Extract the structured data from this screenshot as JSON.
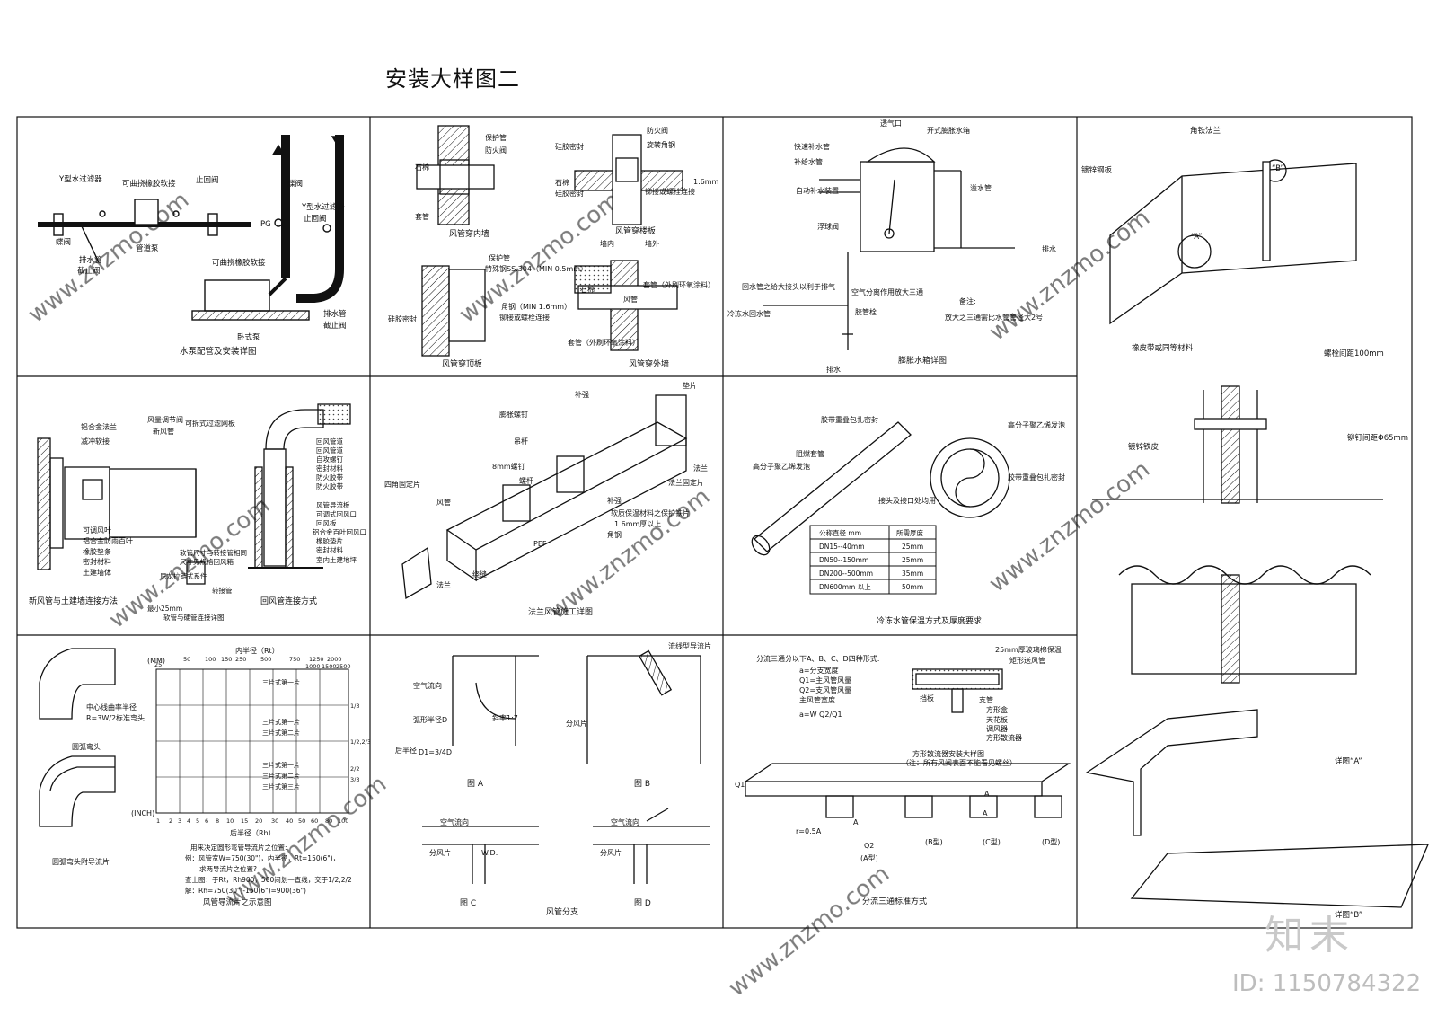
{
  "title": "安装大样图二",
  "watermark": {
    "brand": "知末",
    "id": "ID: 1150784322",
    "tiled": "www.znzmo.com"
  },
  "panels": {
    "pump": {
      "caption": "水泵配管及安装详图",
      "labels": [
        "Y型水过滤器",
        "可曲挠橡胶软接",
        "止回阀",
        "蝶阀",
        "管道泵",
        "排水管",
        "截止阀",
        "蝶阀",
        "Y型水过滤器",
        "止回阀",
        "可曲挠橡胶软接",
        "PG",
        "卧式泵",
        "排水管",
        "截止阀"
      ]
    },
    "wall": {
      "captions": [
        "风管穿内墙",
        "风管穿楼板",
        "风管穿顶板",
        "风管穿外墙"
      ],
      "labels": [
        "保护管",
        "防火阀",
        "石棉",
        "防火阀",
        "硅胶密封",
        "旋转角钢",
        "石棉",
        "硅胶密封",
        "1.6mm",
        "铆接或螺栓连接",
        "保护管",
        "特殊钢SS.304（MIN 0.5mm）",
        "石棉",
        "角钢（MIN 1.6mm）",
        "硅胶密封",
        "铆接或螺栓连接",
        "套管",
        "套管（外刷环氧涂料）",
        "墙内",
        "墙外",
        "风管",
        "套管（外刷环氧涂料）"
      ]
    },
    "tank": {
      "caption": "膨胀水箱详图",
      "labels": [
        "透气口",
        "开式膨胀水箱",
        "快速补水管",
        "补给水管",
        "自动补水装置",
        "浮球阀",
        "溢水管",
        "排水",
        "回水管之给大接头以利于排气",
        "空气分离作用放大三通",
        "胶管栓",
        "冷冻水回水管",
        "排水",
        "备注:",
        "放大之三通需比水管管径大2号"
      ]
    },
    "flange": {
      "labels": [
        "角铁法兰",
        "镀锌钢板",
        "“B”",
        "“A”",
        "橡皮带或同等材料",
        "螺栓间距100mm",
        "镀锌铁皮",
        "铆钉间距Φ65mm",
        "详图“A”",
        "详图“B”"
      ]
    },
    "supply": {
      "caption": "新风管与土建墙连接方法",
      "labels": [
        "铝合金法兰",
        "风量调节阀",
        "可拆式过滤网板",
        "新风管",
        "减冲软接",
        "可调风叶",
        "铝合金防雨百叶",
        "橡胶垫条",
        "密封材料",
        "土建墙体"
      ]
    },
    "return": {
      "caption": "回风管连接方式",
      "labels": [
        "回风管道",
        "回风管道",
        "自攻螺钉",
        "密封材料",
        "防火胶带",
        "防火胶带",
        "风管导流板",
        "可调式回风口",
        "回风板",
        "铝合金百叶回风口",
        "橡胶垫片",
        "密封材料",
        "室内土建地坪",
        "软管尺寸与转接管相同",
        "尺寸见规格回风箱",
        "尼龙拉链式系件",
        "转接管",
        "最小25mm",
        "软管与硬管连接详图"
      ]
    },
    "install": {
      "caption": "法兰风管施工详图",
      "labels": [
        "垫片",
        "补强",
        "膨胀螺钉",
        "吊杆",
        "8mm螺钉",
        "螺杆",
        "法兰",
        "法兰固定片",
        "补强",
        "软质保温材料之保护铁片",
        "1.6mm厚以上",
        "角钢",
        "PEF",
        "四角固定片",
        "风管",
        "法兰",
        "绕缝"
      ]
    },
    "insul": {
      "caption": "冷冻水管保温方式及厚度要求",
      "labels": [
        "胶带重叠包扎密封",
        "阻燃套管",
        "高分子聚乙烯发泡",
        "高分子聚乙烯发泡",
        "接头及接口处均用",
        "胶带重叠包扎密封"
      ],
      "table_header": [
        "公称直径 mm",
        "所需厚度"
      ],
      "table_rows": [
        [
          "DN15--40mm",
          "25mm"
        ],
        [
          "DN50--150mm",
          "25mm"
        ],
        [
          "DN200--500mm",
          "35mm"
        ],
        [
          "DN600mm 以上",
          "50mm"
        ]
      ]
    },
    "elbow": {
      "caption": "风管导流片之示意图",
      "labels": [
        "圆弧弯头",
        "中心线曲率半径",
        "R=3W/2标准弯头",
        "圆弧弯头附导流片",
        "(MM)",
        "(INCH)",
        "内半径（Rt）",
        "后半径（Rh）",
        "三片式第一片",
        "三片式第一片",
        "三片式第二片",
        "三片式第一片",
        "三片式第二片",
        "三片式第三片"
      ],
      "mm_ticks": [
        "25",
        "50",
        "100",
        "150",
        "250",
        "500",
        "750",
        "1250",
        "2000",
        "1000",
        "1500",
        "2500"
      ],
      "inch_ticks": [
        "1",
        "2",
        "3",
        "4",
        "5",
        "6",
        "8",
        "10",
        "15",
        "20",
        "30",
        "40",
        "50",
        "60",
        "80",
        "100"
      ],
      "ratios": [
        "1/3",
        "1/2,2/3",
        "2/2",
        "3/3"
      ],
      "notes": [
        "用来决定圆形弯管导流片之位置:",
        "例：风管宽W=750(30\")，内半径，Rt=150(6\")，",
        "求两导流片之位置?",
        "查上图：于Rt，Rh900，500间划一直线，交于1/2,2/2",
        "解：Rh=750(30\")-150(6\")=900(36\")"
      ]
    },
    "branch": {
      "caption": "风管分支",
      "labels": [
        "流线型导流片",
        "空气流向",
        "弧形半径D",
        "斜率1:7",
        "后半径",
        "D1=3/4D",
        "分风片",
        "空气流向",
        "分风片",
        "W.D.",
        "空气流向",
        "分风片"
      ],
      "figs": [
        "图 A",
        "图 B",
        "图 C",
        "图 D"
      ]
    },
    "split": {
      "caption": "分流三通标准方式",
      "intro": [
        "分流三通分以下A、B、C、D四种形式:",
        "a=分支宽度",
        "Q1=主风管风量",
        "Q2=支风管风量",
        "主风管宽度"
      ],
      "formula": "a=W Q2/Q1",
      "labels": [
        "25mm厚玻璃棉保温",
        "矩形送风管",
        "挡板",
        "支管",
        "方形盒",
        "天花板",
        "调风器",
        "方形散流器"
      ],
      "detail_title": [
        "方形散流器安装大样图",
        "（注：所有风阀表面不能看见螺丝）"
      ],
      "types": [
        "(A型)",
        "(B型)",
        "(C型)",
        "(D型)"
      ],
      "marks": [
        "Q1",
        "Q2",
        "r=0.5A",
        "A",
        "A",
        "A"
      ]
    }
  }
}
